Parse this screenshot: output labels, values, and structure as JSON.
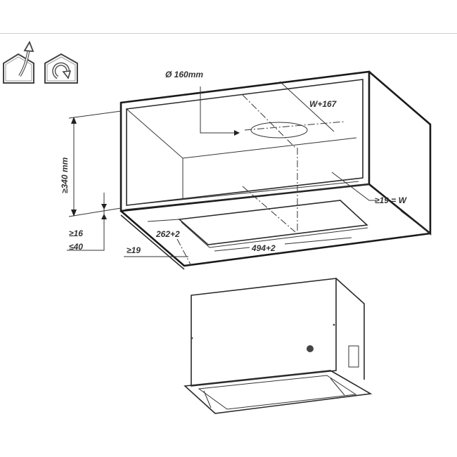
{
  "icons": {
    "extraction_mode": "ducted-extraction-icon",
    "recirculation_mode": "recirculation-icon"
  },
  "dimensions": {
    "duct_diameter": "Ø 160mm",
    "depth_offset": "W+167",
    "cabinet_height": "≥340 mm",
    "side_wall": "≥19 = W",
    "shelf_min": "≥16",
    "shelf_max": "≤40",
    "front_offset": "≥19",
    "cutout_depth": "262+2",
    "cutout_width": "494+2"
  },
  "colors": {
    "line": "#1a1a1a",
    "text": "#333333",
    "background": "#ffffff"
  }
}
